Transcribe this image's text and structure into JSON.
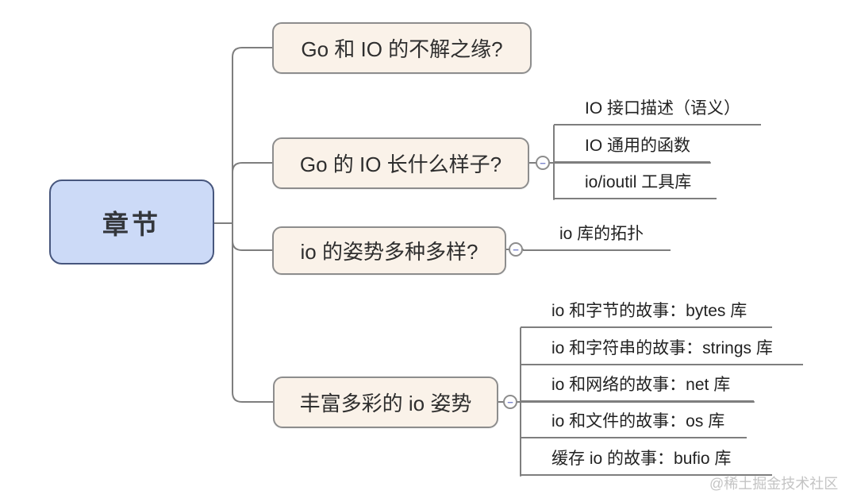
{
  "colors": {
    "root_fill": "#ccdaf7",
    "root_border": "#47567d",
    "node_fill": "#faf2e9",
    "node_border": "#8d8d8d",
    "line": "#7e7e7e",
    "collapse_minus": "#7d87cc",
    "watermark": "#c4c4c4"
  },
  "mindmap": {
    "root": {
      "label": "章节"
    },
    "branches": [
      {
        "label": "Go 和 IO 的不解之缘?",
        "children": []
      },
      {
        "label": "Go 的 IO 长什么样子?",
        "children": [
          {
            "label": "IO 接口描述（语义）"
          },
          {
            "label": "IO 通用的函数"
          },
          {
            "label": "io/ioutil 工具库"
          }
        ]
      },
      {
        "label": "io 的姿势多种多样?",
        "children": [
          {
            "label": "io 库的拓扑"
          }
        ]
      },
      {
        "label": "丰富多彩的 io 姿势",
        "children": [
          {
            "label": "io 和字节的故事：bytes 库"
          },
          {
            "label": "io 和字符串的故事：strings 库"
          },
          {
            "label": "io 和网络的故事：net 库"
          },
          {
            "label": "io 和文件的故事：os 库"
          },
          {
            "label": "缓存 io 的故事：bufio 库"
          }
        ]
      }
    ],
    "collapse_symbol": "−"
  },
  "watermark": {
    "text": "@稀土掘金技术社区"
  }
}
